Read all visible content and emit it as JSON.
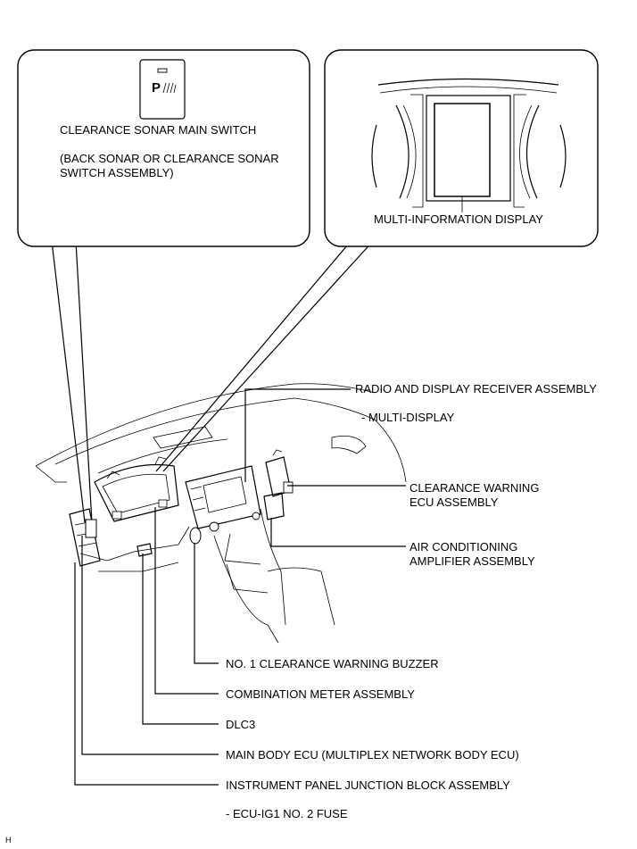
{
  "callouts": {
    "switch": {
      "title": "CLEARANCE SONAR MAIN SWITCH",
      "note_line1": "(BACK SONAR OR CLEARANCE SONAR",
      "note_line2": "SWITCH ASSEMBLY)",
      "button_glyph": "P",
      "button_icon": "parking-sonar-icon"
    },
    "display": {
      "title": "MULTI-INFORMATION DISPLAY"
    }
  },
  "labels": {
    "radio": "RADIO AND DISPLAY RECEIVER ASSEMBLY",
    "radio_sub": "- MULTI-DISPLAY",
    "clearance_ecu_line1": "CLEARANCE WARNING",
    "clearance_ecu_line2": "ECU ASSEMBLY",
    "ac_amp_line1": "AIR CONDITIONING",
    "ac_amp_line2": "AMPLIFIER ASSEMBLY",
    "buzzer": "NO. 1 CLEARANCE WARNING BUZZER",
    "meter": "COMBINATION METER ASSEMBLY",
    "dlc3": "DLC3",
    "main_body_ecu": "MAIN BODY ECU (MULTIPLEX NETWORK BODY ECU)",
    "junction_block": "INSTRUMENT PANEL JUNCTION BLOCK ASSEMBLY",
    "junction_block_sub": "- ECU-IG1 NO. 2 FUSE"
  },
  "figure_code": "H"
}
